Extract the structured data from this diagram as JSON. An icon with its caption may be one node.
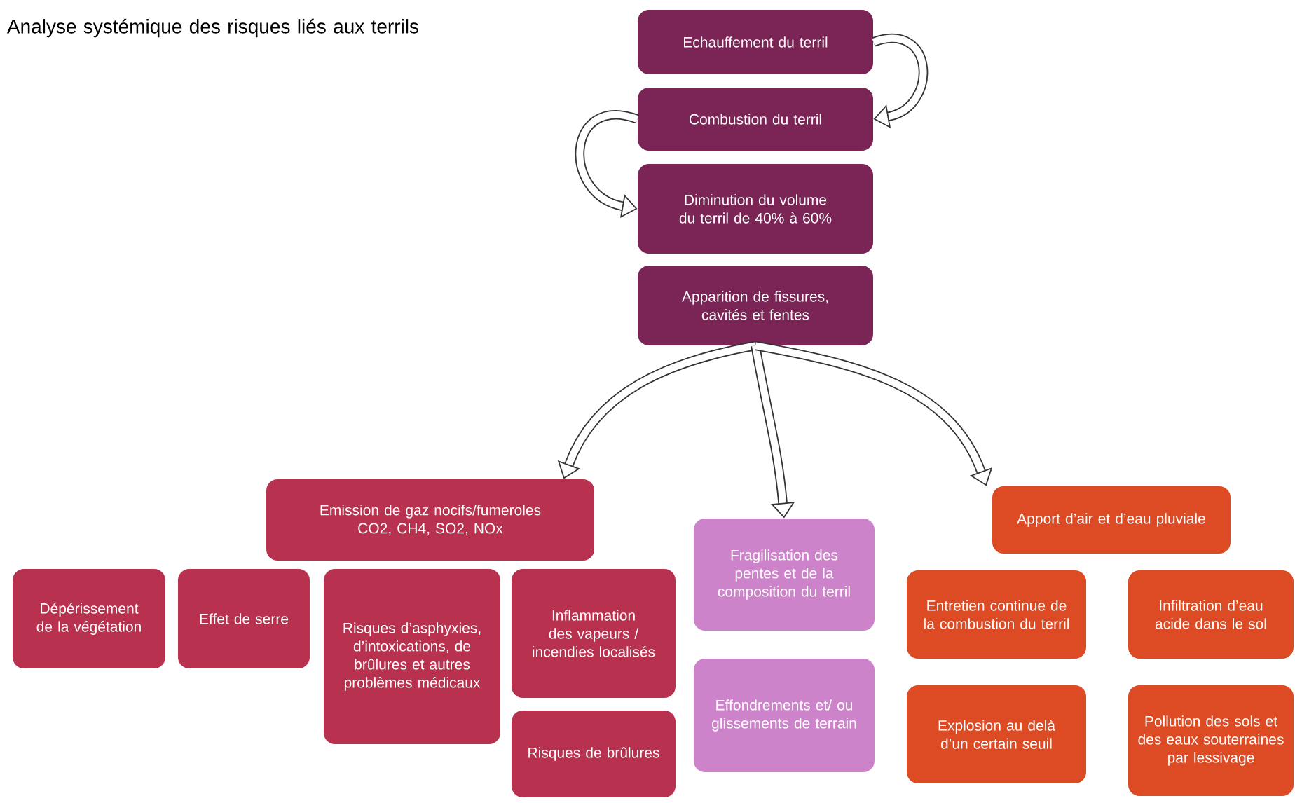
{
  "diagram": {
    "title": "Analyse systémique des risques liés aux terrils",
    "nodes": [
      {
        "text": [
          "Echauffement du terril"
        ]
      },
      {
        "text": [
          "Combustion du terril"
        ]
      },
      {
        "text": [
          "Diminution du volume du terril de 40% à 60%"
        ]
      },
      {
        "text": [
          "Apparition de fissures, cavités et fentes"
        ]
      },
      {
        "text": [
          "Emission de gaz nocifs/fumeroles CO2, CH4, SO2, NOx"
        ]
      },
      {
        "text": [
          "Dépérissement de la végétation"
        ]
      },
      {
        "text": [
          "Effet de serre"
        ]
      },
      {
        "text": [
          "Risques d’asphyxies, d’intoxications, de brûlures et autres problèmes médicaux"
        ]
      },
      {
        "text": [
          "Inflammation des vapeurs / incendies localisés"
        ]
      },
      {
        "text": [
          "Risques de brûlures"
        ]
      },
      {
        "text": [
          "Fragilisation des pentes et de la composition du terril"
        ]
      },
      {
        "text": [
          "Effondrements et/ ou glissements de terrain"
        ]
      },
      {
        "text": [
          "Apport d’air et d’eau pluviale"
        ]
      },
      {
        "text": [
          "Entretien continue de la combustion du terril"
        ]
      },
      {
        "text": [
          "Infiltration d’eau acide dans le sol"
        ]
      },
      {
        "text": [
          "Explosion au delà d’un certain seuil"
        ]
      },
      {
        "text": [
          "Pollution des sols et des eaux souterraines par lessivage"
        ]
      }
    ],
    "edges": [
      {
        "from": 0,
        "to": 1,
        "arrow": "to"
      },
      {
        "from": 1,
        "to": 2,
        "arrow": "to"
      },
      {
        "from": 3,
        "to": 4,
        "arrow": "to"
      },
      {
        "from": 3,
        "to": 10,
        "arrow": "to"
      },
      {
        "from": 3,
        "to": 12,
        "arrow": "to"
      }
    ]
  }
}
